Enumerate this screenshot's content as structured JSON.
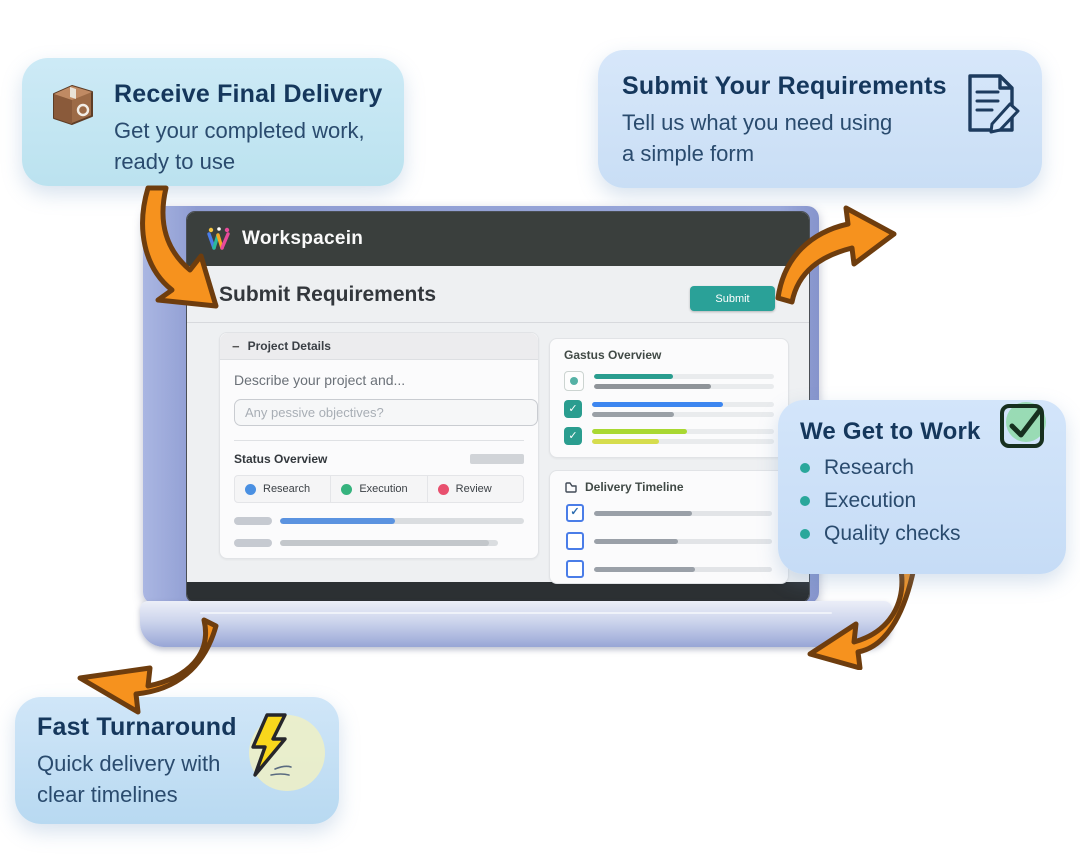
{
  "icons": {
    "check": "✓",
    "collapse": "−"
  },
  "cards": {
    "receive_final_delivery": {
      "title": "Receive Final Delivery",
      "line1": "Get your completed work,",
      "line2": "ready to use"
    },
    "submit_your_requirements": {
      "title": "Submit Your Requirements",
      "line1": "Tell us what you need using",
      "line2": "a simple form"
    },
    "we_get_to_work": {
      "title": "We Get to Work",
      "bullet_color": "#2aa79b",
      "bullets": [
        "Research",
        "Execution",
        "Quality checks"
      ]
    },
    "fast_turnaround": {
      "title": "Fast Turnaround",
      "line1": "Quick delivery with",
      "line2": "clear timelines"
    }
  },
  "laptop": {
    "brand": "Workspacein",
    "page_title": "Submit Requirements",
    "submit_button": "Submit",
    "project_details": {
      "header": "Project Details",
      "description": "Describe your project and...",
      "input_placeholder": "Any pessive objectives?",
      "status_label": "Status Overview",
      "legend": [
        {
          "label": "Research",
          "color": "#4a90e2"
        },
        {
          "label": "Execution",
          "color": "#36b37e"
        },
        {
          "label": "Review",
          "color": "#e8506e"
        }
      ],
      "progress_bars": [
        {
          "value": 47,
          "color": "#5b93e0",
          "track": 100
        },
        {
          "value": 96,
          "color": "#c3c7cb",
          "track": 75
        }
      ]
    },
    "status_overview_panel": {
      "header": "Gastus Overview",
      "rows": [
        {
          "top": {
            "value": 44,
            "color": "#2a9d8f"
          },
          "bottom": {
            "value": 65,
            "color": "#8f9499"
          }
        },
        {
          "top": {
            "value": 72,
            "color": "#3d86f0"
          },
          "bottom": {
            "value": 45,
            "color": "#9aa0a6"
          }
        },
        {
          "top": {
            "value": 52,
            "color": "#a9d832"
          },
          "bottom": {
            "value": 37,
            "color": "#d6dd4e"
          }
        }
      ]
    },
    "delivery_timeline": {
      "header": "Delivery Timeline",
      "rows": [
        {
          "check": "✓",
          "value": 55
        },
        {
          "check": "",
          "value": 47
        },
        {
          "check": "",
          "value": 57
        }
      ]
    }
  },
  "arrow_color": "#F6921E"
}
